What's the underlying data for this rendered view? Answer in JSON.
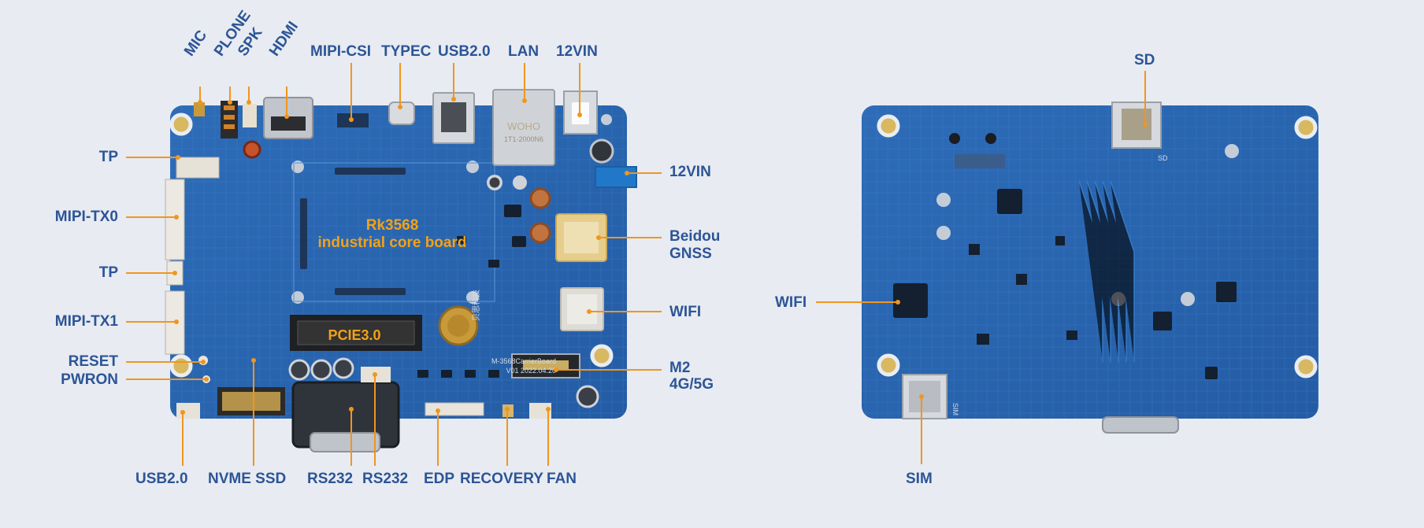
{
  "front_board": {
    "core_label_line1": "Rk3568",
    "core_label_line2": "industrial core board",
    "slot_label": "PCIE3.0",
    "silk_text_lan": "WOHO",
    "silk_text_lan2": "1T1-2000N6",
    "silk_text_carrier": "M-3568CarrierBoard",
    "silk_text_ver": "V01 2022.04.20",
    "silk_text_cn": "贝思科技",
    "callouts": {
      "mic": "MIC",
      "plone": "PLONE",
      "spk": "SPK",
      "hdmi": "HDMI",
      "mipi_csi": "MIPI-CSI",
      "typec": "TYPEC",
      "usb20_top": "USB2.0",
      "lan": "LAN",
      "vin12_top": "12VIN",
      "tp1": "TP",
      "mipi_tx0": "MIPI-TX0",
      "tp2": "TP",
      "mipi_tx1": "MIPI-TX1",
      "reset": "RESET",
      "pwron": "PWRON",
      "vin12_right": "12VIN",
      "beidou": "Beidou",
      "gnss": "GNSS",
      "wifi": "WIFI",
      "m2": "M2",
      "m2_sub": "4G/5G",
      "usb20_bottom": "USB2.0",
      "nvme": "NVME SSD",
      "rs232_a": "RS232",
      "rs232_b": "RS232",
      "edp": "EDP",
      "recovery": "RECOVERY",
      "fan": "FAN"
    }
  },
  "back_board": {
    "silk_sd": "SD",
    "silk_sim": "SIM",
    "callouts": {
      "sd": "SD",
      "wifi": "WIFI",
      "sim": "SIM"
    }
  },
  "colors": {
    "background": "#e8ebf1",
    "pcb": "#2f70bd",
    "label": "#2c5597",
    "leader": "#f0961e",
    "core_text": "#f2a218"
  }
}
